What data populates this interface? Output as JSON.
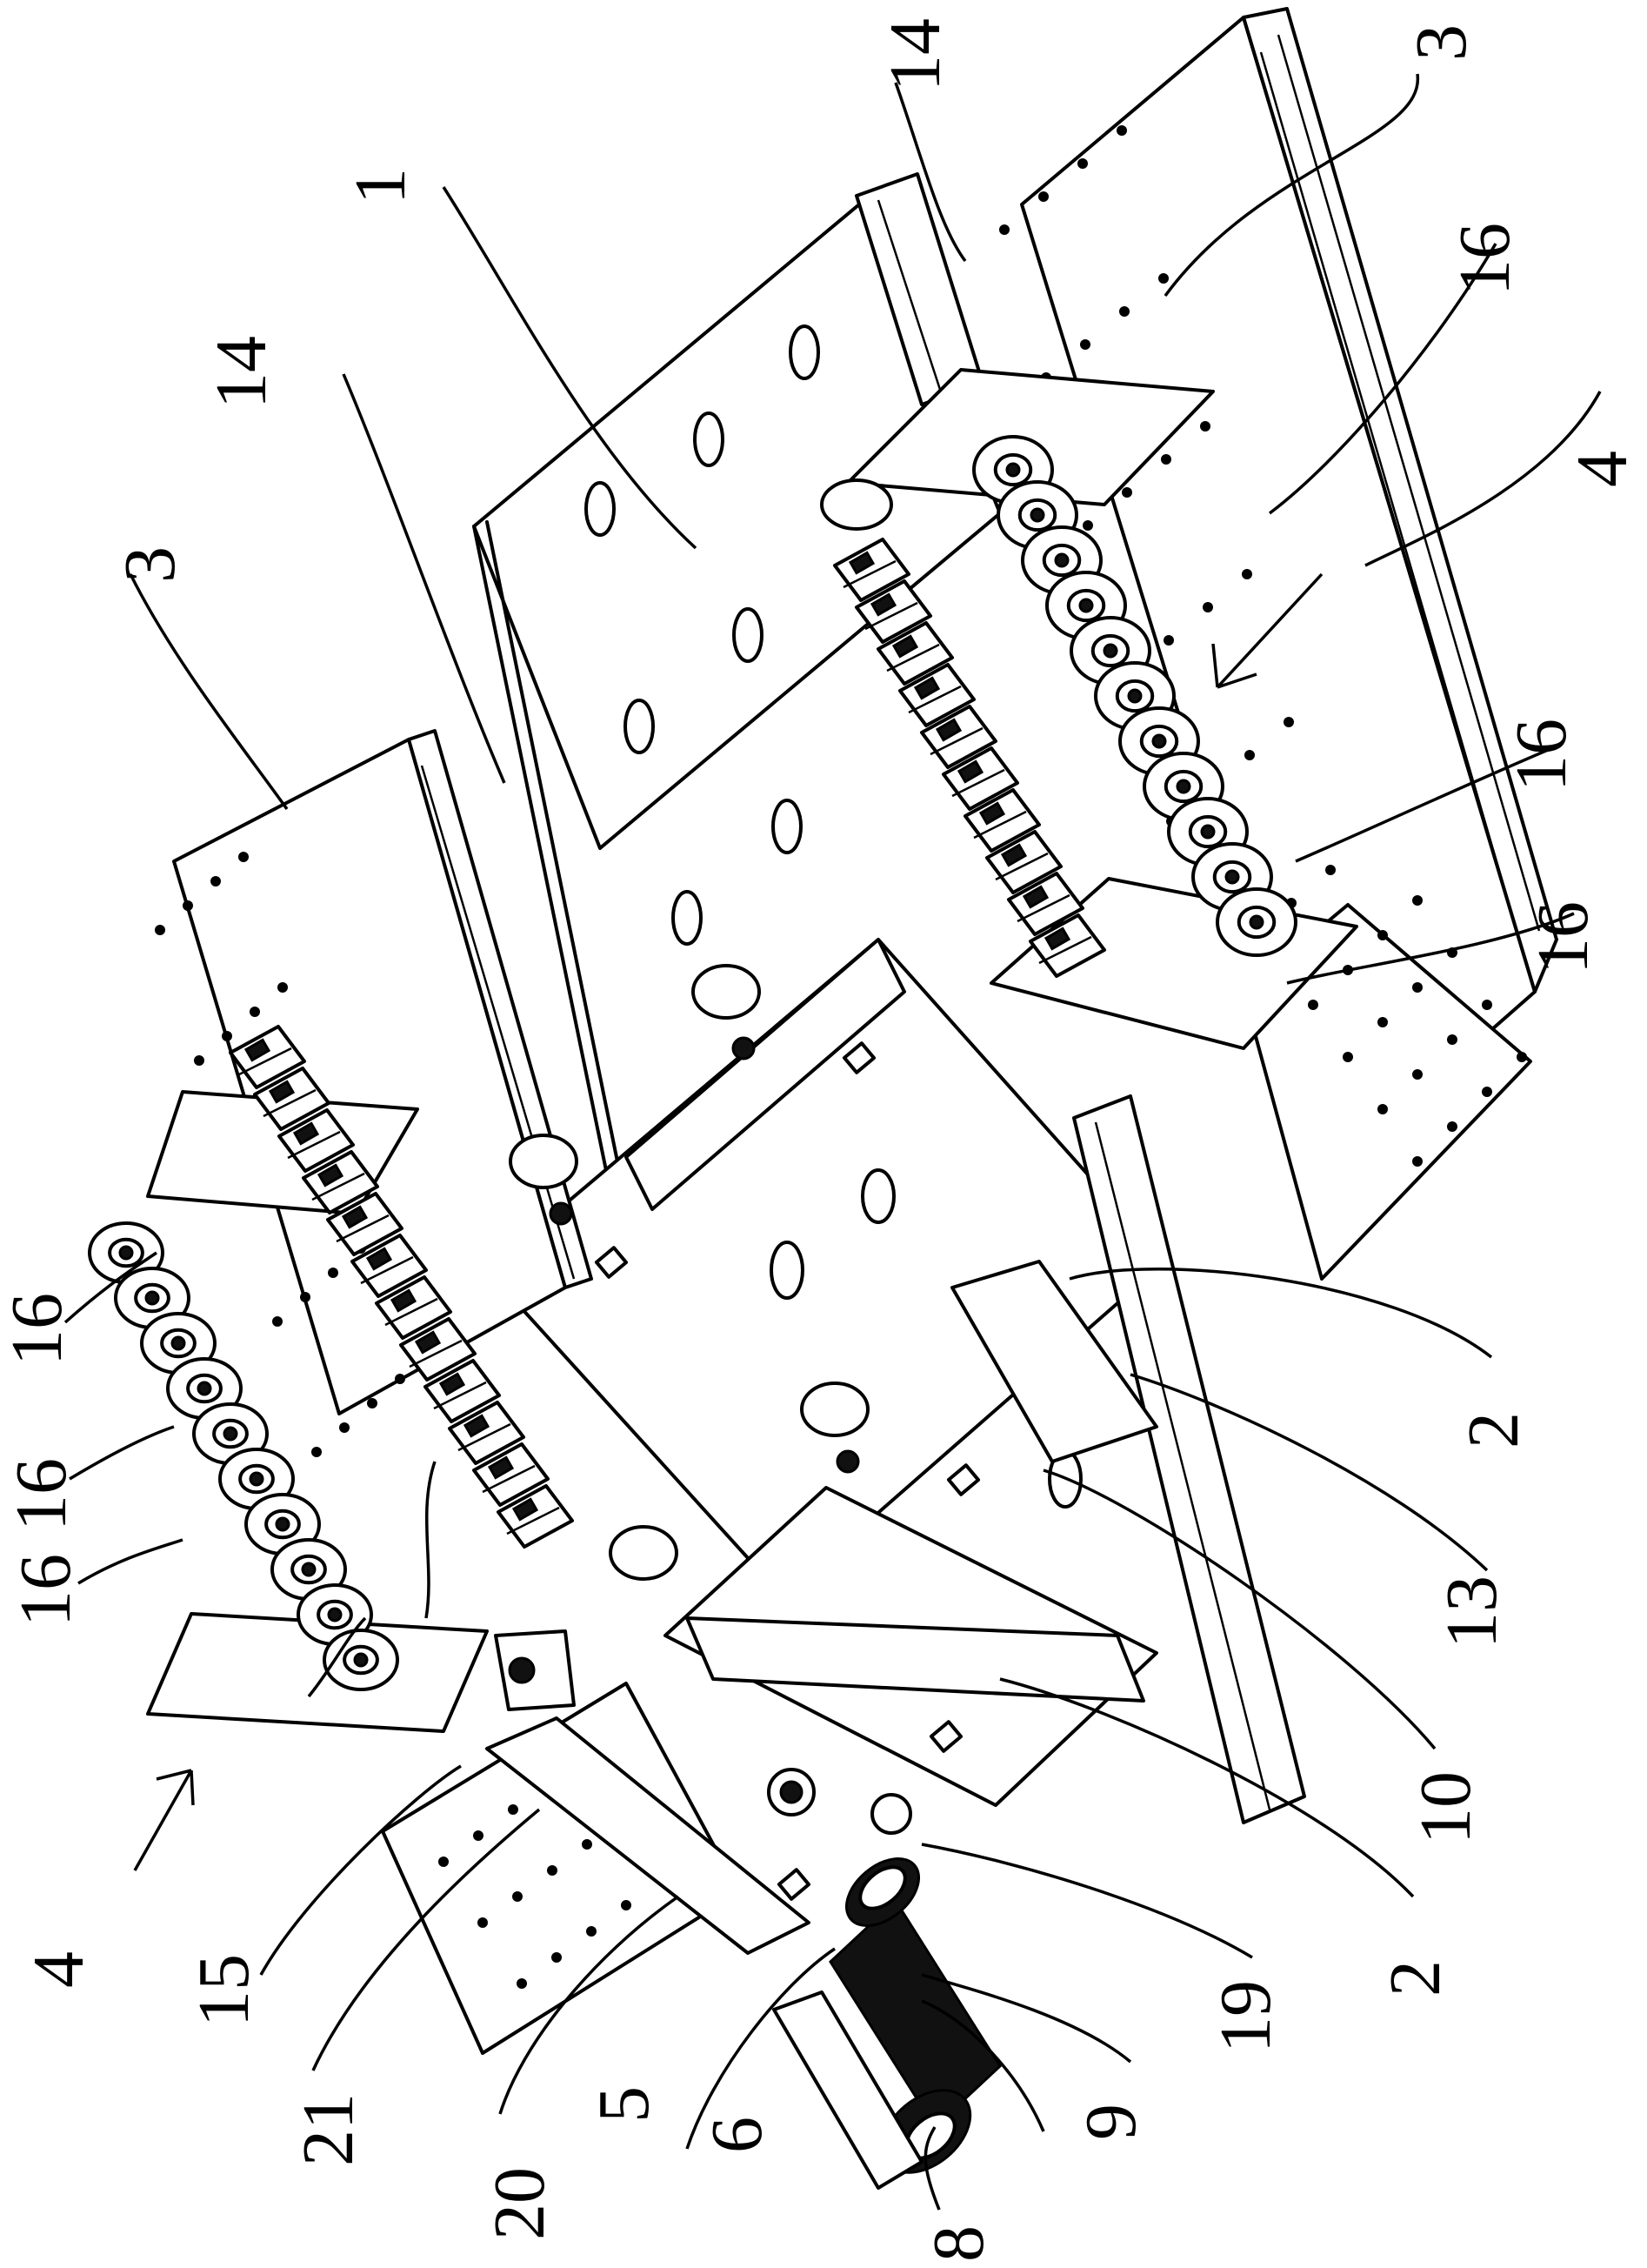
{
  "figure": {
    "type": "patent-drawing",
    "orientation": "rotated-90",
    "reference_labels": [
      {
        "id": "label-1",
        "text": "1"
      },
      {
        "id": "label-2a",
        "text": "2"
      },
      {
        "id": "label-2b",
        "text": "2"
      },
      {
        "id": "label-3a",
        "text": "3"
      },
      {
        "id": "label-3b",
        "text": "3"
      },
      {
        "id": "label-4a",
        "text": "4"
      },
      {
        "id": "label-4b",
        "text": "4"
      },
      {
        "id": "label-5",
        "text": "5"
      },
      {
        "id": "label-6",
        "text": "6"
      },
      {
        "id": "label-8",
        "text": "8"
      },
      {
        "id": "label-9",
        "text": "9"
      },
      {
        "id": "label-10",
        "text": "10"
      },
      {
        "id": "label-13",
        "text": "13"
      },
      {
        "id": "label-14a",
        "text": "14"
      },
      {
        "id": "label-14b",
        "text": "14"
      },
      {
        "id": "label-15",
        "text": "15"
      },
      {
        "id": "label-16a",
        "text": "16"
      },
      {
        "id": "label-16b",
        "text": "16"
      },
      {
        "id": "label-16c",
        "text": "16"
      },
      {
        "id": "label-16d",
        "text": "16"
      },
      {
        "id": "label-16e",
        "text": "16"
      },
      {
        "id": "label-16f",
        "text": "16"
      },
      {
        "id": "label-19",
        "text": "19"
      },
      {
        "id": "label-20",
        "text": "20"
      },
      {
        "id": "label-21",
        "text": "21"
      }
    ]
  }
}
